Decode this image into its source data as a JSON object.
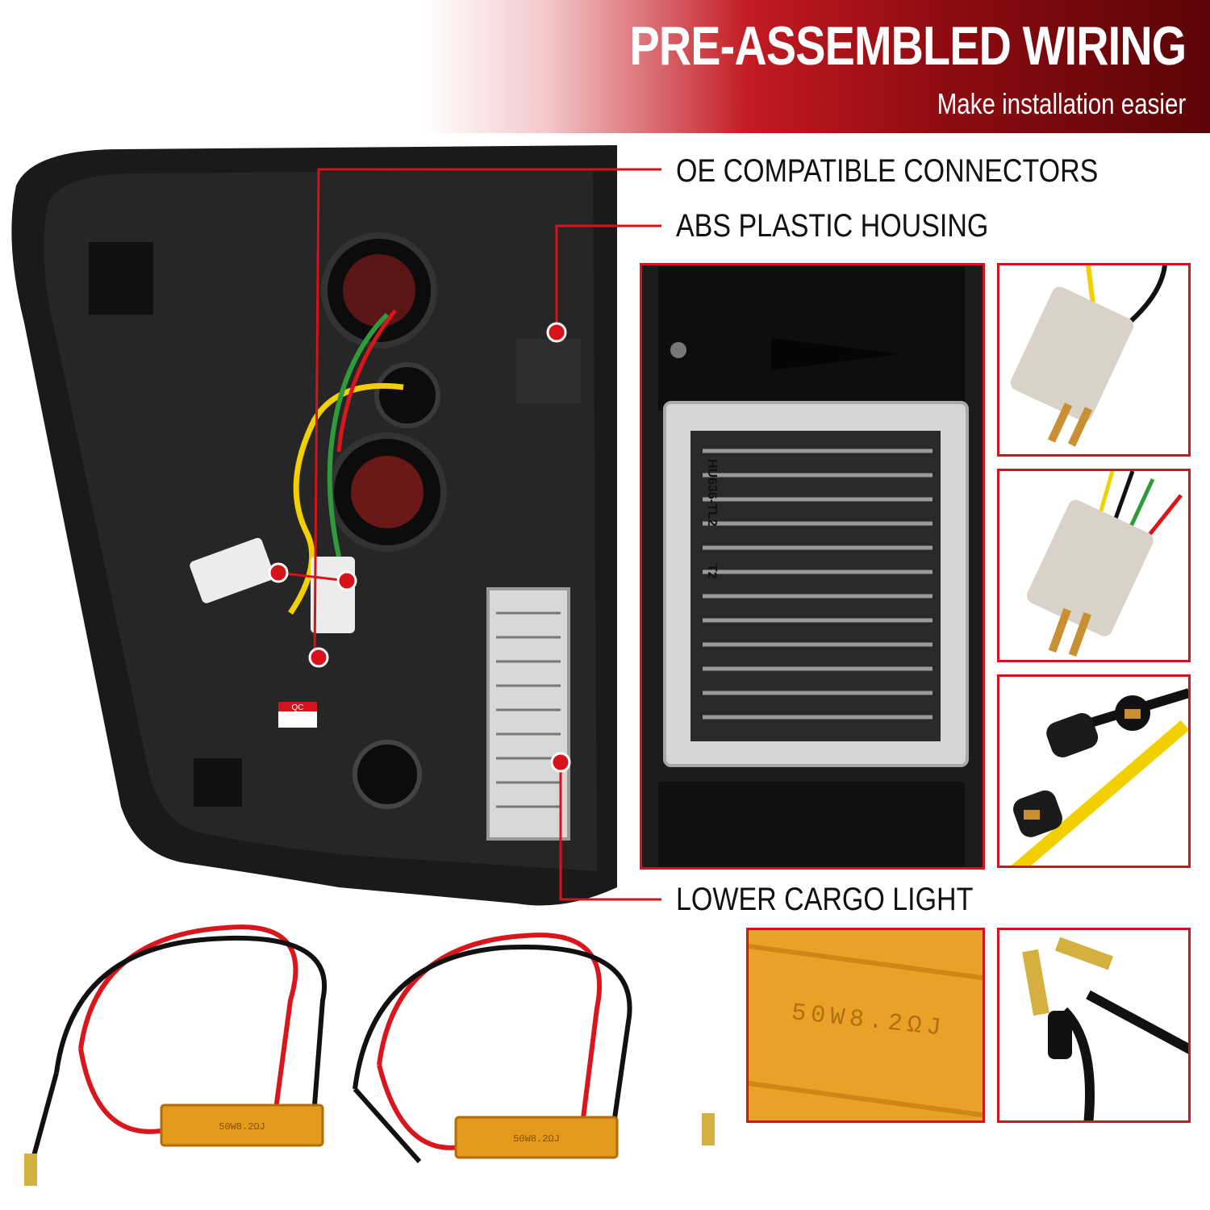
{
  "header": {
    "title": "PRE-ASSEMBLED WIRING",
    "subtitle": "Make installation easier"
  },
  "callouts": [
    "OE COMPATIBLE CONNECTORS",
    "ABS PLASTIC HOUSING",
    "LOWER CARGO LIGHT"
  ],
  "product_markings": {
    "resistor_label": "50W8.2ΩJ",
    "cargo_light_code": "HU636-TL2",
    "cargo_light_suffix": "T2",
    "qc_sticker": "QC"
  },
  "colors": {
    "accent_red": "#d6121a",
    "banner_dark": "#5a0508",
    "resistor_gold": "#e39a1c",
    "housing_black": "#1a1a1a",
    "wire_yellow": "#f2d000",
    "wire_green": "#2f9b3a",
    "wire_red": "#d8161c"
  }
}
